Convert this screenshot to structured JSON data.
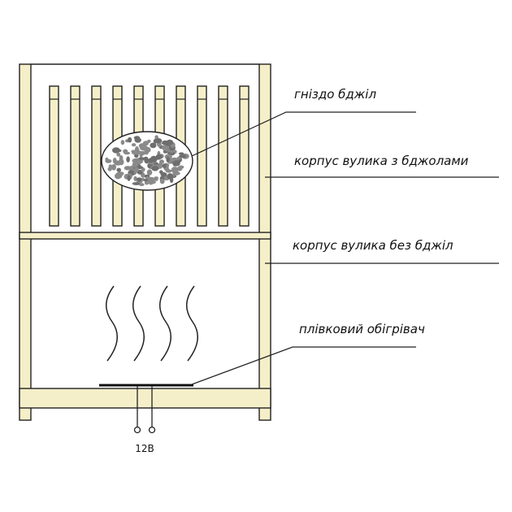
{
  "labels": {
    "nest": "гніздо бджіл",
    "body_with_bees": "корпус вулика з бджолами",
    "body_without_bees": "корпус вулика без бджіл",
    "heater": "плівковий обігрівач",
    "voltage": "12В"
  },
  "colors": {
    "wood": "#f5efc9",
    "outline": "#222222",
    "cluster": "#8a8a8a",
    "background": "#ffffff"
  },
  "frames_count": 10,
  "heat_waves_count": 4
}
